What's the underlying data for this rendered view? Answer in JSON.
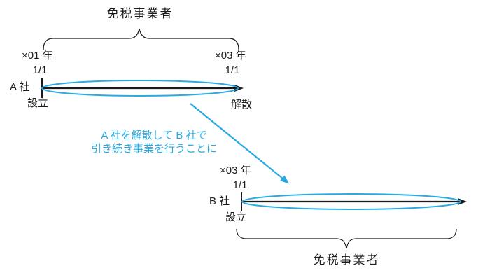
{
  "colors": {
    "accent": "#29abe2",
    "ink": "#1a1a1a"
  },
  "diagram": {
    "timeline_a": {
      "brace_label": "免税事業者",
      "company": "A 社",
      "start_year": "×01 年",
      "start_date": "1/1",
      "start_event": "設立",
      "end_year": "×03 年",
      "end_date": "1/1",
      "end_event": "解散"
    },
    "transition": {
      "line1": "A 社を解散して B 社で",
      "line2": "引き続き事業を行うことに"
    },
    "timeline_b": {
      "brace_label": "免税事業者",
      "company": "B 社",
      "start_year": "×03 年",
      "start_date": "1/1",
      "start_event": "設立"
    }
  }
}
